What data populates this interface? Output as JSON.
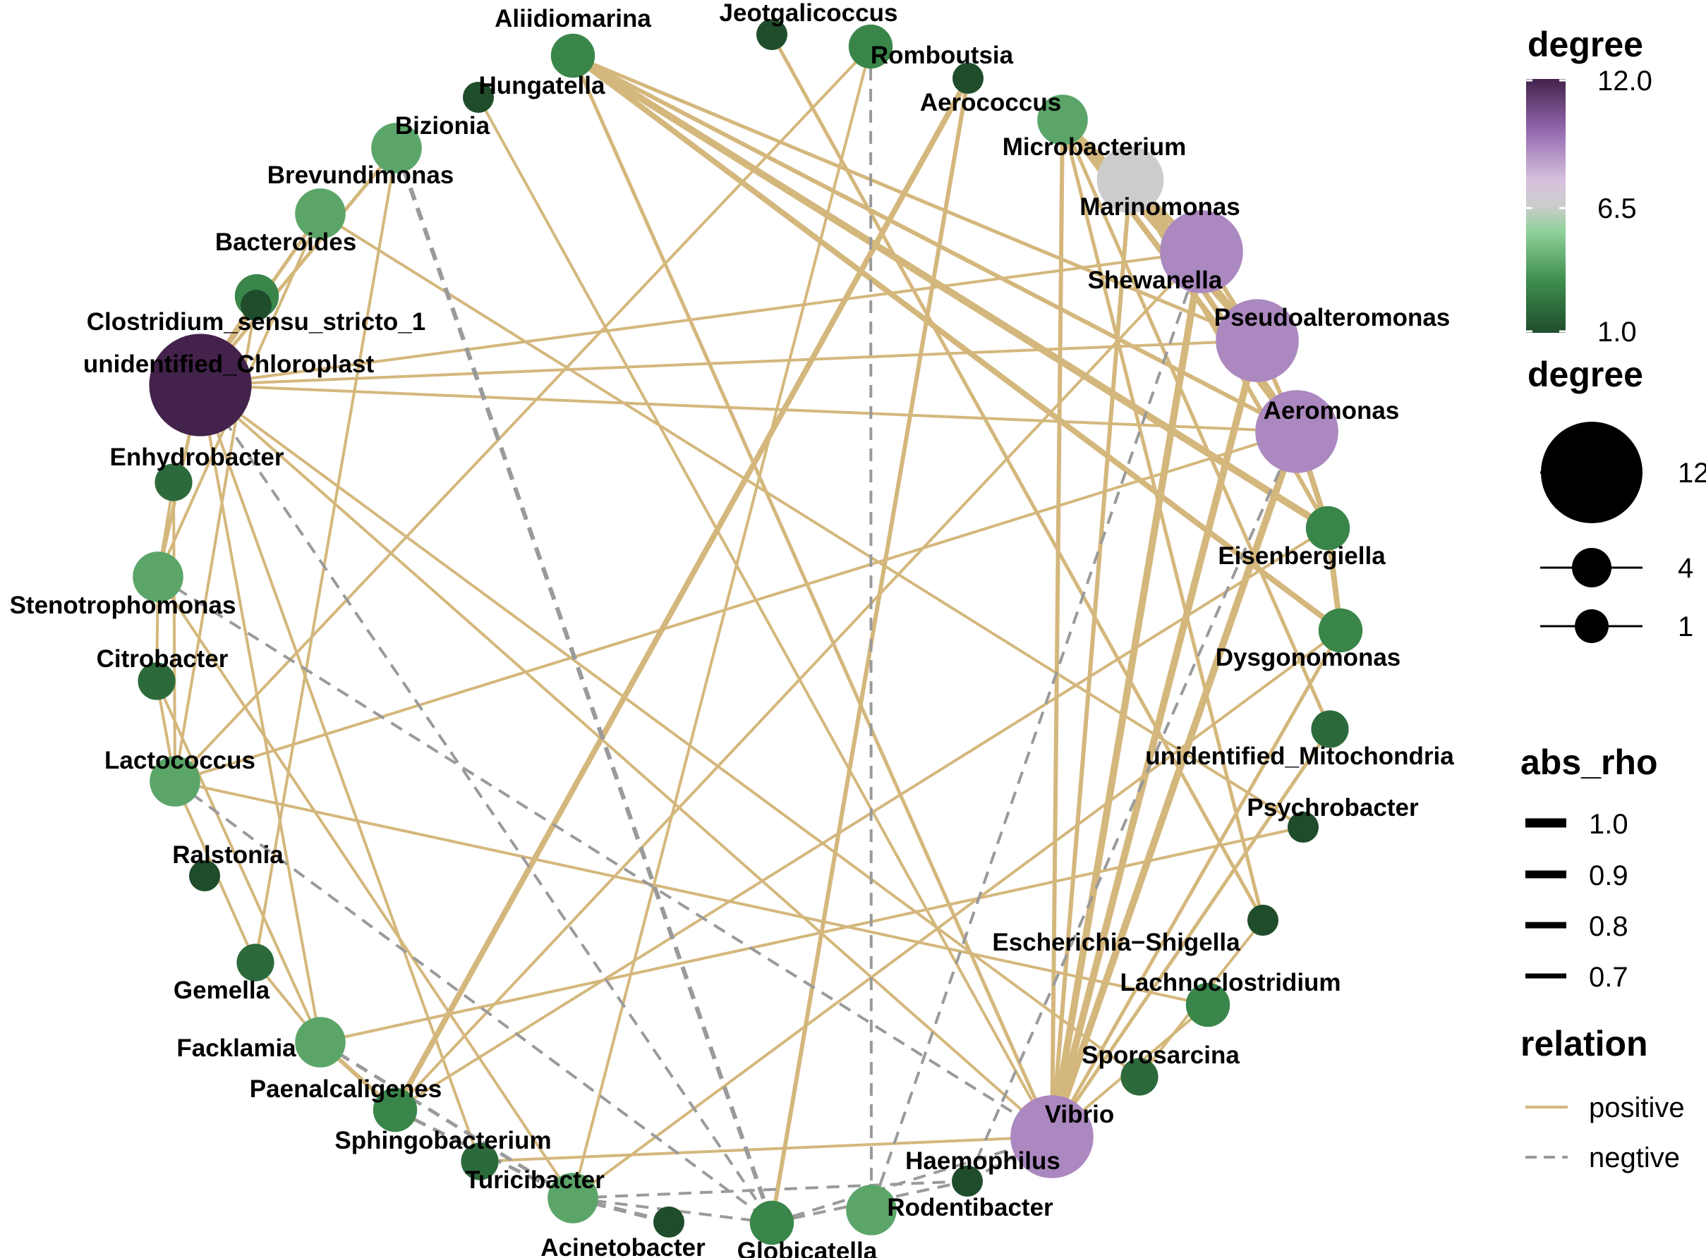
{
  "network": {
    "nodes": [
      {
        "name": "Aliidiomarina",
        "degree": 3
      },
      {
        "name": "Jeotgalicoccus",
        "degree": 1
      },
      {
        "name": "Romboutsia",
        "degree": 3
      },
      {
        "name": "Hungatella",
        "degree": 1
      },
      {
        "name": "Aerococcus",
        "degree": 1
      },
      {
        "name": "Bizionia",
        "degree": 4
      },
      {
        "name": "Microbacterium",
        "degree": 4
      },
      {
        "name": "Brevundimonas",
        "degree": 4
      },
      {
        "name": "Marinomonas",
        "degree": 6.5
      },
      {
        "name": "Bacteroides",
        "degree": 3
      },
      {
        "name": "Shewanella",
        "degree": 9
      },
      {
        "name": "Clostridium_sensu_stricto_1",
        "degree": 1
      },
      {
        "name": "Pseudoalteromonas",
        "degree": 9
      },
      {
        "name": "unidentified_Chloroplast",
        "degree": 12
      },
      {
        "name": "Aeromonas",
        "degree": 9
      },
      {
        "name": "Enhydrobacter",
        "degree": 2
      },
      {
        "name": "Eisenbergiella",
        "degree": 3
      },
      {
        "name": "Stenotrophomonas",
        "degree": 4
      },
      {
        "name": "Dysgonomonas",
        "degree": 3
      },
      {
        "name": "Citrobacter",
        "degree": 2
      },
      {
        "name": "unidentified_Mitochondria",
        "degree": 2
      },
      {
        "name": "Lactococcus",
        "degree": 4
      },
      {
        "name": "Psychrobacter",
        "degree": 1
      },
      {
        "name": "Ralstonia",
        "degree": 1
      },
      {
        "name": "Escherichia−Shigella",
        "degree": 1
      },
      {
        "name": "Lachnoclostridium",
        "degree": 3
      },
      {
        "name": "Gemella",
        "degree": 2
      },
      {
        "name": "Sporosarcina",
        "degree": 2
      },
      {
        "name": "Facklamia",
        "degree": 4
      },
      {
        "name": "Vibrio",
        "degree": 9
      },
      {
        "name": "Paenalcaligenes",
        "degree": 3
      },
      {
        "name": "Haemophilus",
        "degree": 1
      },
      {
        "name": "Sphingobacterium",
        "degree": 2
      },
      {
        "name": "Turicibacter",
        "degree": 4
      },
      {
        "name": "Rodentibacter",
        "degree": 4
      },
      {
        "name": "Acinetobacter",
        "degree": 1
      },
      {
        "name": "Globicatella",
        "degree": 3
      }
    ]
  },
  "legend": {
    "color": {
      "title": "degree",
      "max_label": "12.0",
      "mid_label": "6.5",
      "min_label": "1.0"
    },
    "size": {
      "title": "degree",
      "labels": [
        "12",
        "4",
        "1"
      ]
    },
    "width": {
      "title": "abs_rho",
      "labels": [
        "1.0",
        "0.9",
        "0.8",
        "0.7"
      ]
    },
    "relation": {
      "title": "relation",
      "positive": "positive",
      "negative": "negtive"
    }
  },
  "colors": {
    "positive": "#d4b77c",
    "negative": "#9a9a9a",
    "gradient": [
      "#1f4d2c",
      "#3d8c4d",
      "#8fd19a",
      "#cccccc",
      "#d7c1df",
      "#9268ad",
      "#43224b"
    ]
  }
}
